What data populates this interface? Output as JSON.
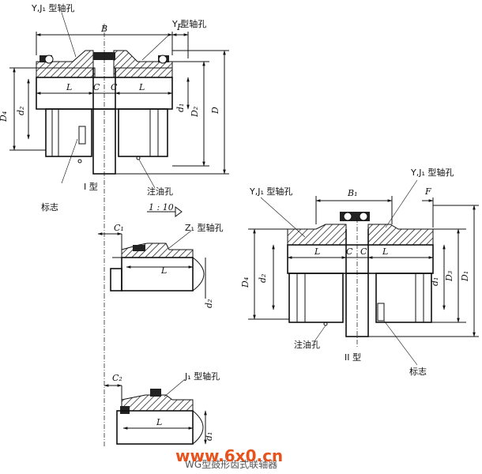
{
  "top": {
    "shaft_hole_label": "Y,J₁ 型轴孔",
    "y_hole_label": "Y 型轴孔",
    "dims": {
      "B": "B",
      "F": "F",
      "L1": "L",
      "C1": "C",
      "C2": "C",
      "L2": "L",
      "D4": "D₄",
      "d2": "d₂",
      "d1": "d₁",
      "D2": "D₂",
      "D": "D"
    },
    "type_label": "I 型",
    "marker_label": "标志",
    "oil_hole_label": "注油孔"
  },
  "right": {
    "shaft_hole_label_left": "Y,J₁ 型轴孔",
    "shaft_hole_label_right": "Y,J₁ 型轴孔",
    "dims": {
      "B1": "B₁",
      "F": "F",
      "L1": "L",
      "C1": "C",
      "C2": "C",
      "L2": "L",
      "D4": "D₄",
      "d2": "d₂",
      "d1": "d₁",
      "D3": "D₃",
      "D1": "D₁"
    },
    "type_label": "II 型",
    "marker_label": "标志",
    "oil_hole_label": "注油孔"
  },
  "mid": {
    "taper_label": "1 : 10",
    "z1_label": "Z₁ 型轴孔",
    "dims": {
      "C1": "C₁",
      "L": "L",
      "dz": "d₂"
    }
  },
  "bottom": {
    "j1_label": "J₁ 型轴孔",
    "dims": {
      "C2": "C₂",
      "L": "L",
      "d1": "d₁"
    }
  },
  "caption": "WG型鼓形齿式联轴器",
  "watermark": "www.6x0.cn",
  "colors": {
    "watermark": "#e8521c",
    "line": "#111111"
  }
}
